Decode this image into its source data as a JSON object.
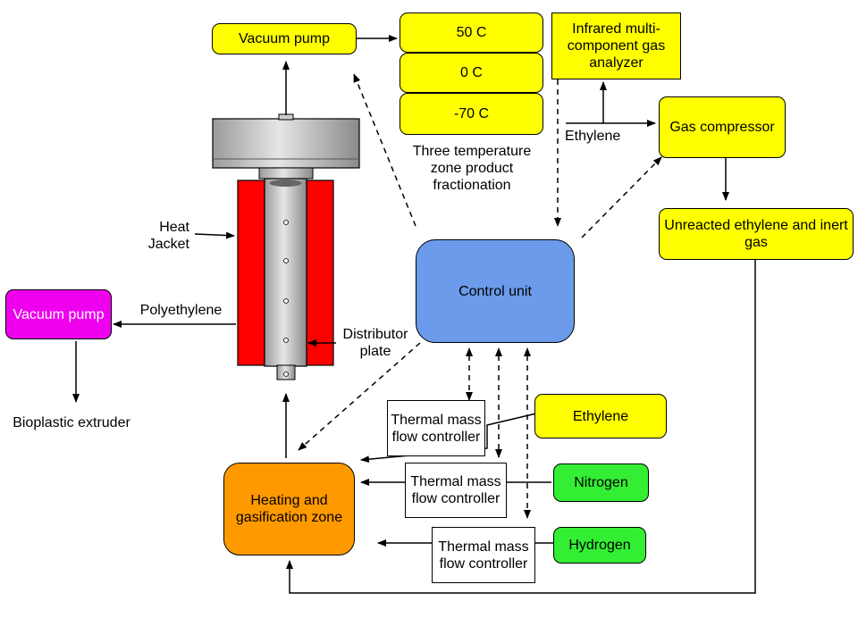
{
  "boxes": {
    "vacuum_pump_top": "Vacuum pump",
    "zone_50": "50 C",
    "zone_0": "0 C",
    "zone_minus70": "-70 C",
    "infrared_analyzer": "Infrared multi-component gas analyzer",
    "gas_compressor": "Gas compressor",
    "unreacted": "Unreacted ethylene and inert gas",
    "control_unit": "Control unit",
    "vacuum_pump_left": "Vacuum pump",
    "heating_zone": "Heating and gasification zone",
    "ethylene_source": "Ethylene",
    "nitrogen_source": "Nitrogen",
    "hydrogen_source": "Hydrogen",
    "tmfc_1": "Thermal mass flow controller",
    "tmfc_2": "Thermal mass flow controller",
    "tmfc_3": "Thermal mass flow controller"
  },
  "labels": {
    "fractionation": "Three temperature zone product fractionation",
    "ethylene_line": "Ethylene",
    "heat_jacket": "Heat Jacket",
    "polyethylene": "Polyethylene",
    "distributor_plate": "Distributor plate",
    "bioplastic_extruder": "Bioplastic extruder"
  },
  "colors": {
    "yellow": "#ffff00",
    "green": "#33ee33",
    "magenta": "#ee00ee",
    "orange": "#ff9900",
    "control_blue": "#6b9bea",
    "heat_jacket_red": "#ff0000"
  }
}
